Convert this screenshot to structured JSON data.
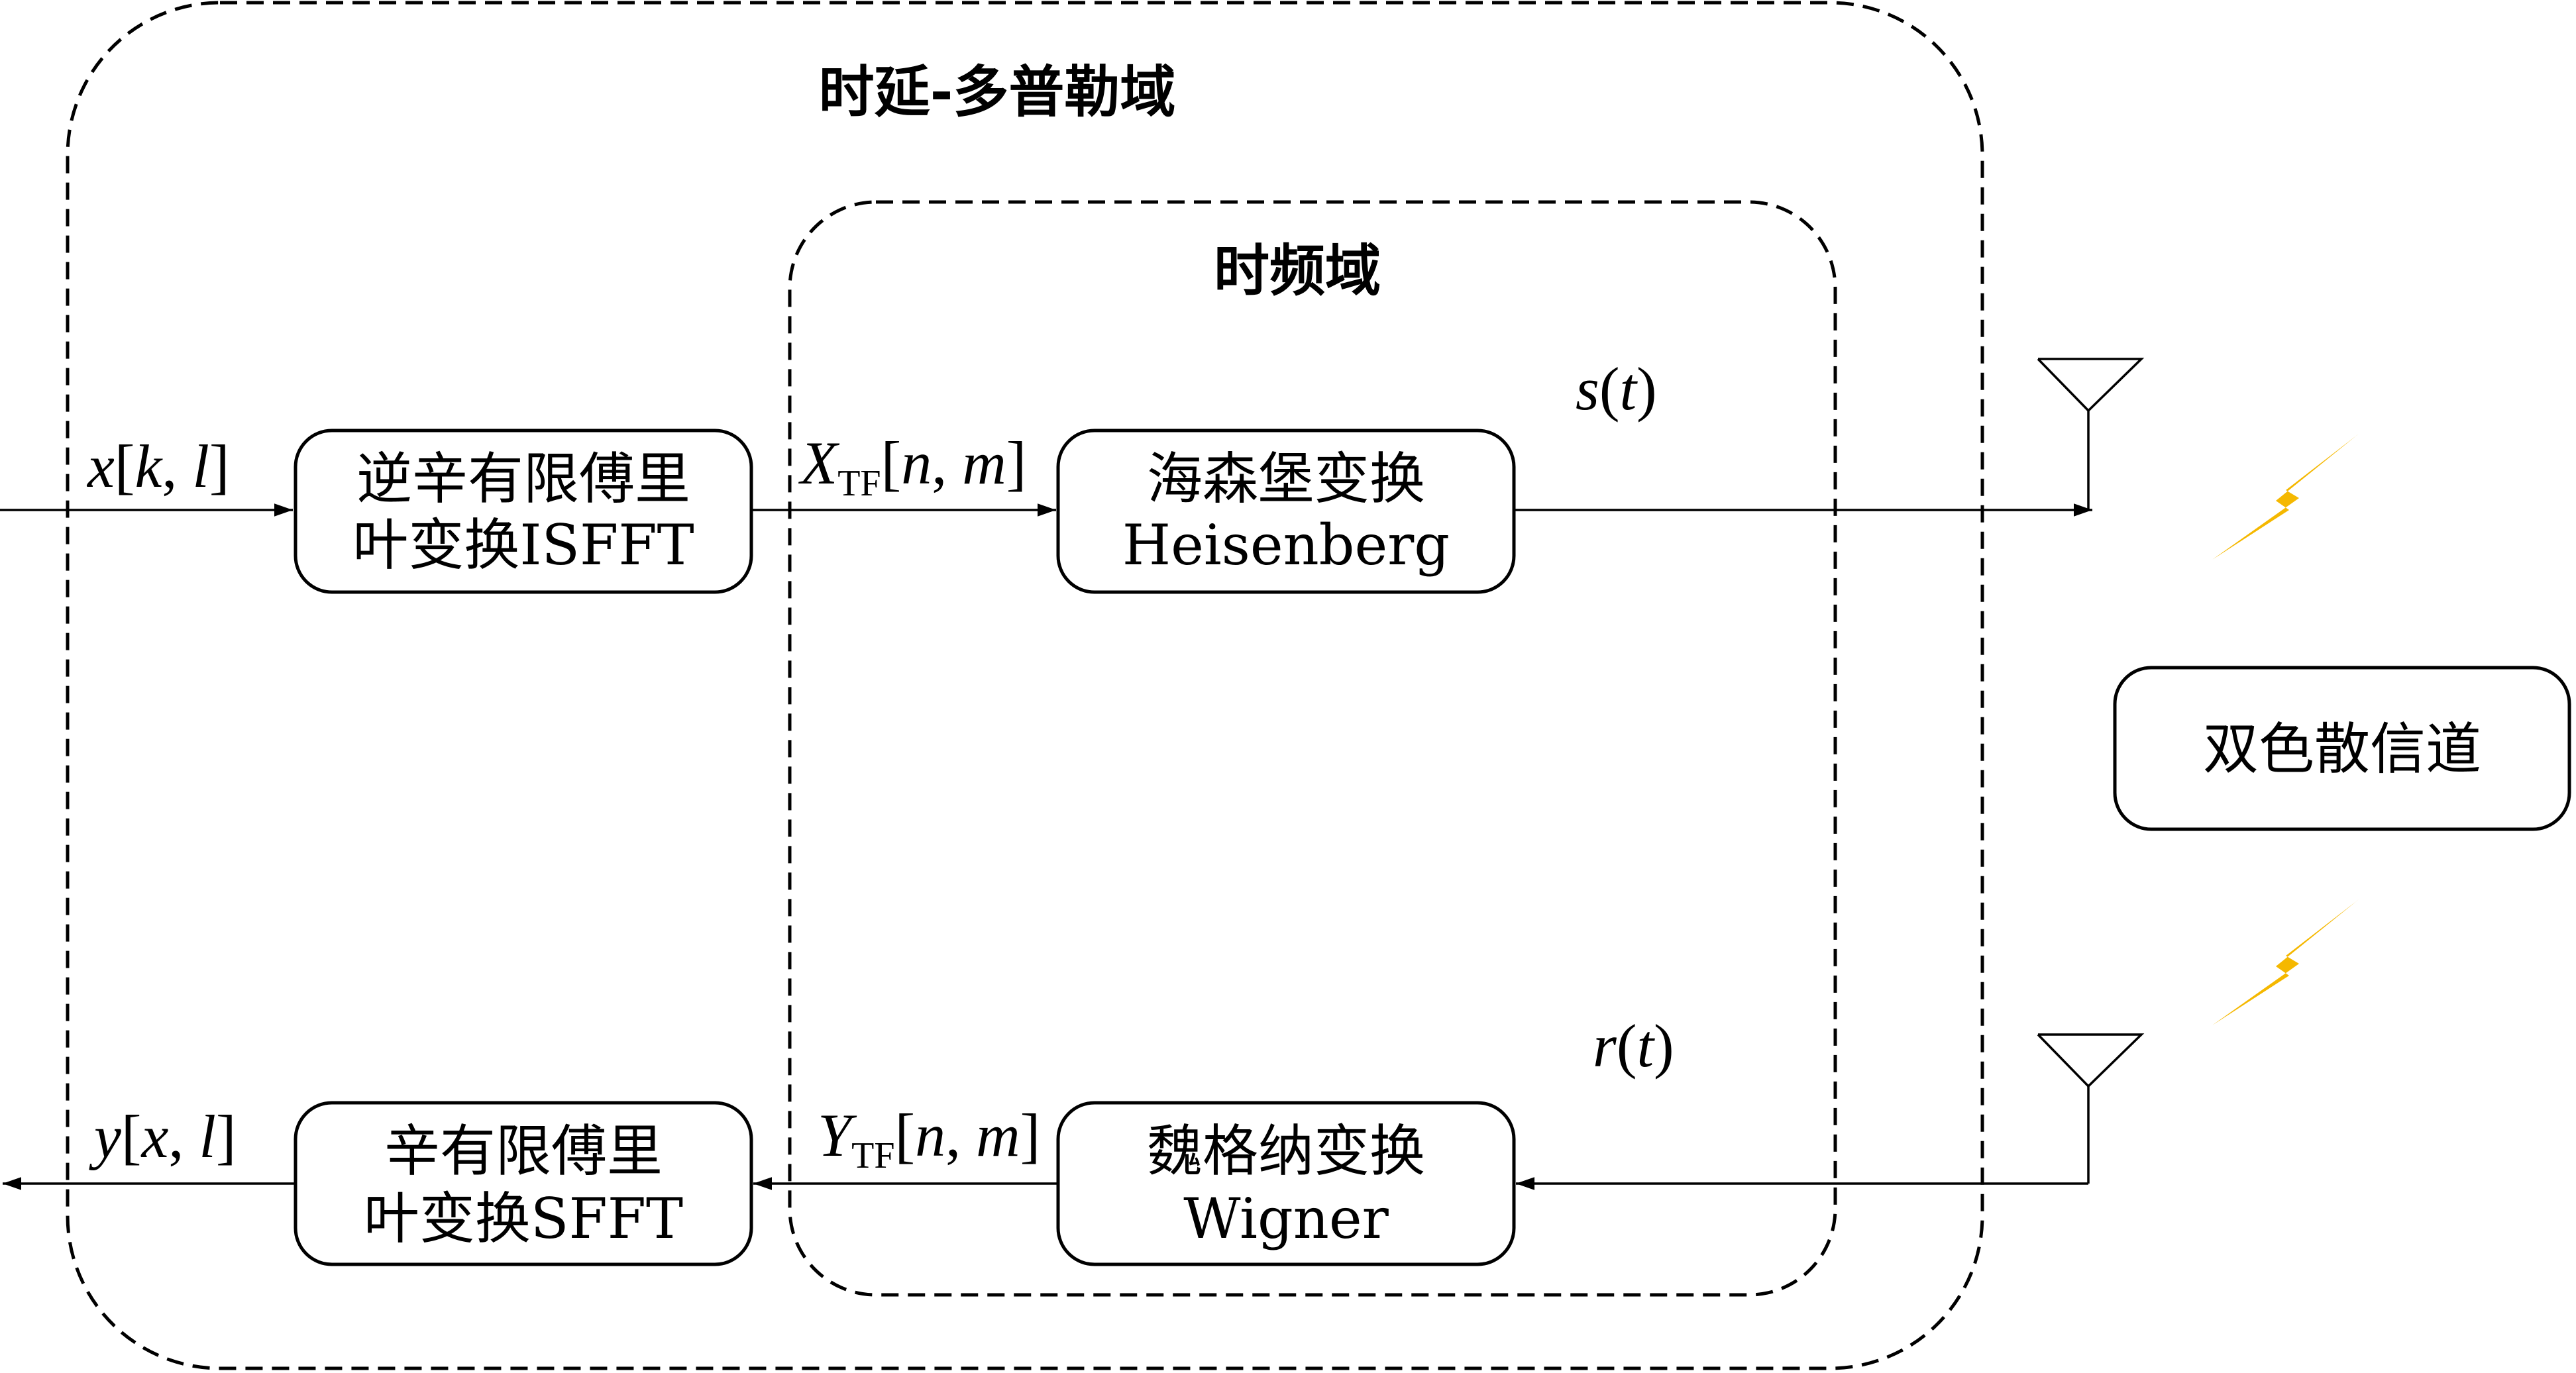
{
  "regions": {
    "delay_doppler": "时延-多普勒域",
    "time_frequency": "时频域"
  },
  "blocks": {
    "isfft": {
      "line1": "逆辛有限傅里",
      "line2": "叶变换ISFFT"
    },
    "heisenberg": {
      "line1": "海森堡变换",
      "line2": "Heisenberg"
    },
    "sfft": {
      "line1": "辛有限傅里",
      "line2": "叶变换SFFT"
    },
    "wigner": {
      "line1": "魏格纳变换",
      "line2": "Wigner"
    },
    "channel": {
      "label": "双色散信道"
    }
  },
  "signals": {
    "x_in": {
      "v": "x",
      "o": "[",
      "a": "k",
      "c": ", ",
      "b": "l",
      "e": "]"
    },
    "X_tf": {
      "v": "X",
      "sub": "TF",
      "o": "[",
      "a": "n",
      "c": ", ",
      "b": "m",
      "e": "]"
    },
    "s_t": {
      "v": "s",
      "o": "(",
      "a": "t",
      "e": ")"
    },
    "r_t": {
      "v": "r",
      "o": "(",
      "a": "t",
      "e": ")"
    },
    "Y_tf": {
      "v": "Y",
      "sub": "TF",
      "o": "[",
      "a": "n",
      "c": ", ",
      "b": "m",
      "e": "]"
    },
    "y_out": {
      "v": "y",
      "o": "[",
      "a": "x",
      "c": ", ",
      "b": "l",
      "e": "]"
    }
  },
  "icons": {
    "antenna": "antenna-icon",
    "bolt": "lightning-bolt-icon"
  },
  "colors": {
    "bolt": "#f5b800",
    "line": "#000000",
    "background": "#ffffff"
  }
}
